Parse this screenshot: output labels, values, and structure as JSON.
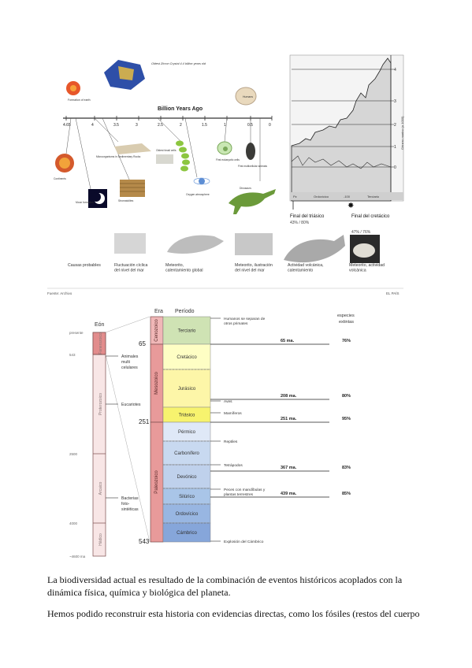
{
  "figure1": {
    "timeline_title": "Billion Years Ago",
    "timeline_ticks": [
      "4.65",
      "4",
      "3.5",
      "3",
      "2.5",
      "2",
      "1.5",
      "1",
      "0.5",
      "0"
    ],
    "callouts": {
      "formation_earth": "Formation of earth",
      "oldest_zircon": "Oldest Zircon Crystal 4.4 billion years old",
      "humans": "Humans",
      "oldest_cells": "Microorganisms in Sedimentary Rocks",
      "oldest_fossils": "Oldest fossil cells",
      "stromatolites": "Stromatolites",
      "oxygen": "Oxygen atmosphere",
      "first_cells": "First eukaryotic cells",
      "first_animals": "First multicellular animals",
      "dinosaurs": "Dinosaurs",
      "moon": "Moon formation",
      "continents": "Continents"
    },
    "graph_axis_ticks": [
      "0",
      "1",
      "2",
      "3",
      "4"
    ],
    "graph_axis_label": "Género marino (x 1000)",
    "graph_bottom_labels": [
      "Pz",
      "Ordovícico",
      "-100",
      "Terciario"
    ],
    "ext_triassic_label": "Final del triásico",
    "ext_triassic_pct": "43% / 80%",
    "ext_cretaceous_label": "Final del cretácico",
    "ext_cretaceous_pct": "47% / 76%",
    "cause_captions": [
      "Causas probables",
      "Fluctuación cíclica del nivel del mar",
      "Meteorito, calentamiento global",
      "Meteorito, ilustración del nivel del mar",
      "Actividad volcánica, calentamiento",
      "Meteorito, actividad volcánica"
    ],
    "footer_left": "Fuente: Archivo",
    "footer_right": "EL PAÍS"
  },
  "timescale": {
    "header_era": "Era",
    "header_period": "Período",
    "header_eon": "Eón",
    "header_species": "especies extintas",
    "eon_ticks": [
      "presente",
      "543",
      "2500",
      "4000",
      "~4600 ma"
    ],
    "eons": [
      "Fanerozoico",
      "Proterozoico",
      "Arcaico",
      "Hádico"
    ],
    "eras": [
      "Cenozoico",
      "Mesozoico",
      "Paleozoico"
    ],
    "era_boundaries": [
      "65",
      "251",
      "543"
    ],
    "periods": [
      "Terciario",
      "Cretácico",
      "Jurásico",
      "Triásico",
      "Pérmico",
      "Carbonífero",
      "Devónico",
      "Silúrico",
      "Ordovícico",
      "Cámbrico"
    ],
    "eon_events": [
      "Animales multi celulares",
      "Eucariotes",
      "Bacterias foto- sintéticas"
    ],
    "events": [
      "Humanos se separan de otros primates",
      "Aves",
      "Mamíferos",
      "Reptiles",
      "Tetrápodos",
      "Peces con mandíbulas y plantas terrestres",
      "Explosión del Cámbrico"
    ],
    "extinctions": [
      {
        "ma": "65 ma.",
        "pct": "76%"
      },
      {
        "ma": "208 ma.",
        "pct": "80%"
      },
      {
        "ma": "251 ma.",
        "pct": "95%"
      },
      {
        "ma": "367 ma.",
        "pct": "83%"
      },
      {
        "ma": "439 ma.",
        "pct": "85%"
      }
    ]
  },
  "text": {
    "paragraph1": "La biodiversidad actual es resultado de la combinación de eventos históricos acoplados con la dinámica física, química y biológica del planeta.",
    "paragraph2": "Hemos podido reconstruir esta historia con evidencias directas, como los fósiles (restos del cuerpo"
  }
}
